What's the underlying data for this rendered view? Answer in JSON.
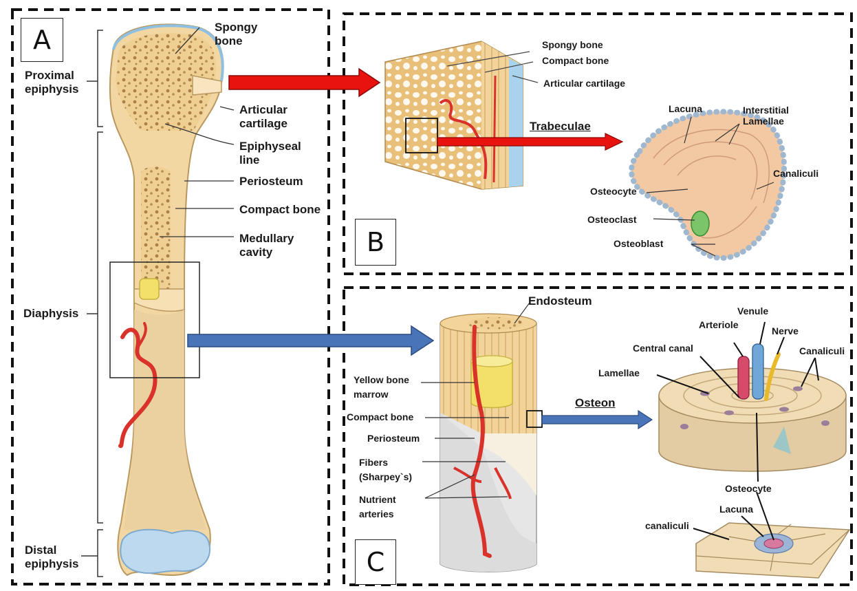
{
  "panels": {
    "a": {
      "letter": "A"
    },
    "b": {
      "letter": "B"
    },
    "c": {
      "letter": "C"
    }
  },
  "panel_a": {
    "regions": {
      "proximal": "Proximal\nepiphysis",
      "diaphysis": "Diaphysis",
      "distal": "Distal\nepiphysis"
    },
    "labels": {
      "spongy": "Spongy\nbone",
      "articular": "Articular\ncartilage",
      "epiphyseal": "Epiphyseal\nline",
      "periosteum": "Periosteum",
      "compact": "Compact bone",
      "medullary": "Medullary\ncavity"
    }
  },
  "panel_b": {
    "labels": {
      "spongy": "Spongy bone",
      "compact": "Compact  bone",
      "articular": "Articular cartilage",
      "trabeculae": "Trabeculae",
      "lacuna": "Lacuna",
      "interstitial": "Interstitial\nLamellae",
      "canaliculi": "Canaliculi",
      "osteocyte": "Osteocyte",
      "osteoclast": "Osteoclast",
      "osteoblast": "Osteoblast"
    }
  },
  "panel_c": {
    "labels": {
      "endosteum": "Endosteum",
      "yellow_marrow": "Yellow bone\nmarrow",
      "compact": "Compact bone",
      "periosteum": "Periosteum",
      "fibers": "Fibers\n(Sharpey`s)",
      "nutrient": "Nutrient\narteries",
      "osteon": "Osteon",
      "venule": "Venule",
      "arteriole": "Arteriole",
      "nerve": "Nerve",
      "central_canal": "Central canal",
      "canaliculi_top": "Canaliculi",
      "lamellae": "Lamellae",
      "osteocyte": "Osteocyte",
      "lacuna": "Lacuna",
      "canaliculi_bottom": "canaliculi"
    }
  },
  "colors": {
    "bone": "#f4d7a0",
    "bone_dark": "#d9b87a",
    "cartilage": "#b7d6ec",
    "artery": "#d8322a",
    "arrow_red": "#e8120f",
    "arrow_blue": "#4a74b8",
    "marrow": "#f2e57a",
    "osteoclast": "#7bc46a"
  }
}
